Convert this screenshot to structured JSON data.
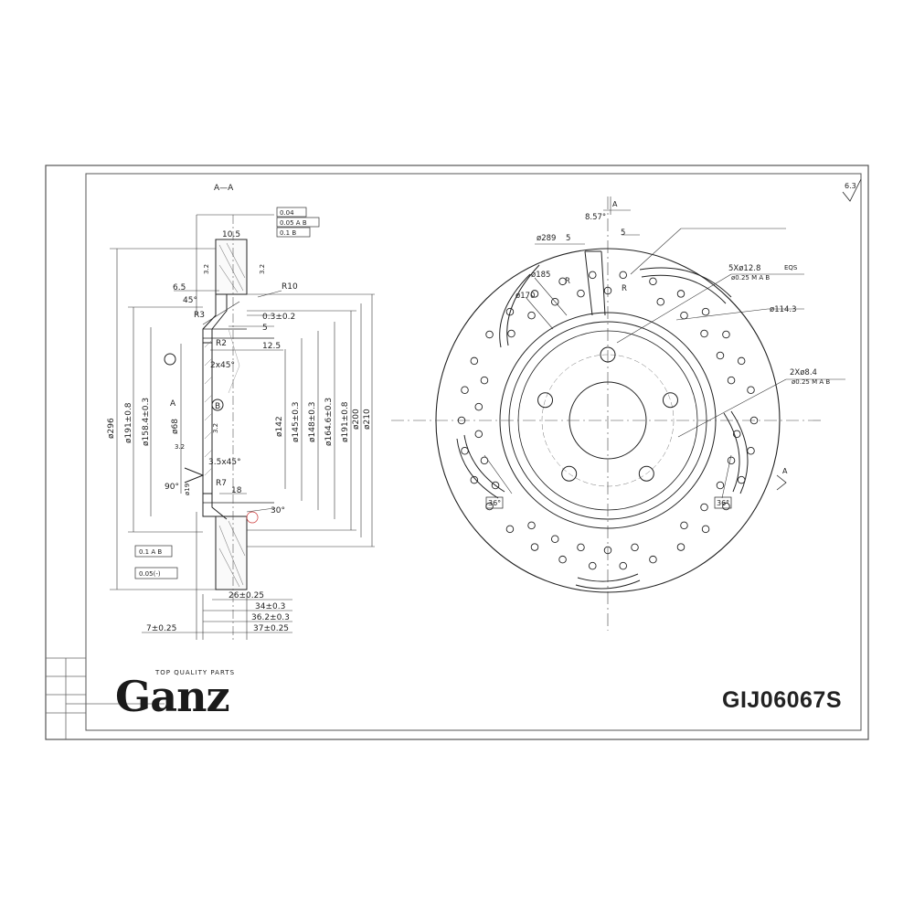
{
  "brand": {
    "name": "Ganz",
    "tagline": "TOP QUALITY PARTS"
  },
  "part_number": "GIJ06067S",
  "section_view": {
    "title": "A—A",
    "dims_top": [
      "10.5",
      "6.5",
      "45°",
      "R3",
      "R10",
      "0.3±0.2",
      "R2",
      "5",
      "12.5",
      "2x45°",
      "3.5x45°",
      "R7",
      "18",
      "30°",
      "90°",
      "ø19"
    ],
    "dims_vertical": [
      "ø296",
      "ø191±0.8",
      "ø158.4±0.3",
      "ø68",
      "ø142",
      "ø145±0.3",
      "ø148±0.3",
      "ø164.6±0.3",
      "ø191±0.8",
      "ø200",
      "ø210"
    ],
    "dims_bottom": [
      "26±0.25",
      "34±0.3",
      "36.2±0.3",
      "37±0.25",
      "7±0.25"
    ],
    "tolerance_frames": [
      "0.04",
      "0.05 A B",
      "0.1 B",
      "0.1 A B",
      "0.05(-)"
    ],
    "datums": [
      "A",
      "B"
    ],
    "roughness": [
      "3.2",
      "3.2",
      "3.2",
      "3.2"
    ]
  },
  "front_view": {
    "dims": [
      "8.57°",
      "ø289",
      "5",
      "5",
      "ø185",
      "ø170",
      "R",
      "R",
      "5Xø12.8",
      "ø0.25 M A B",
      "EQS",
      "ø114.3",
      "2Xø8.4",
      "ø0.25 M A B",
      "36°",
      "36°",
      "A",
      "A"
    ],
    "surface_finish": "6.3"
  }
}
